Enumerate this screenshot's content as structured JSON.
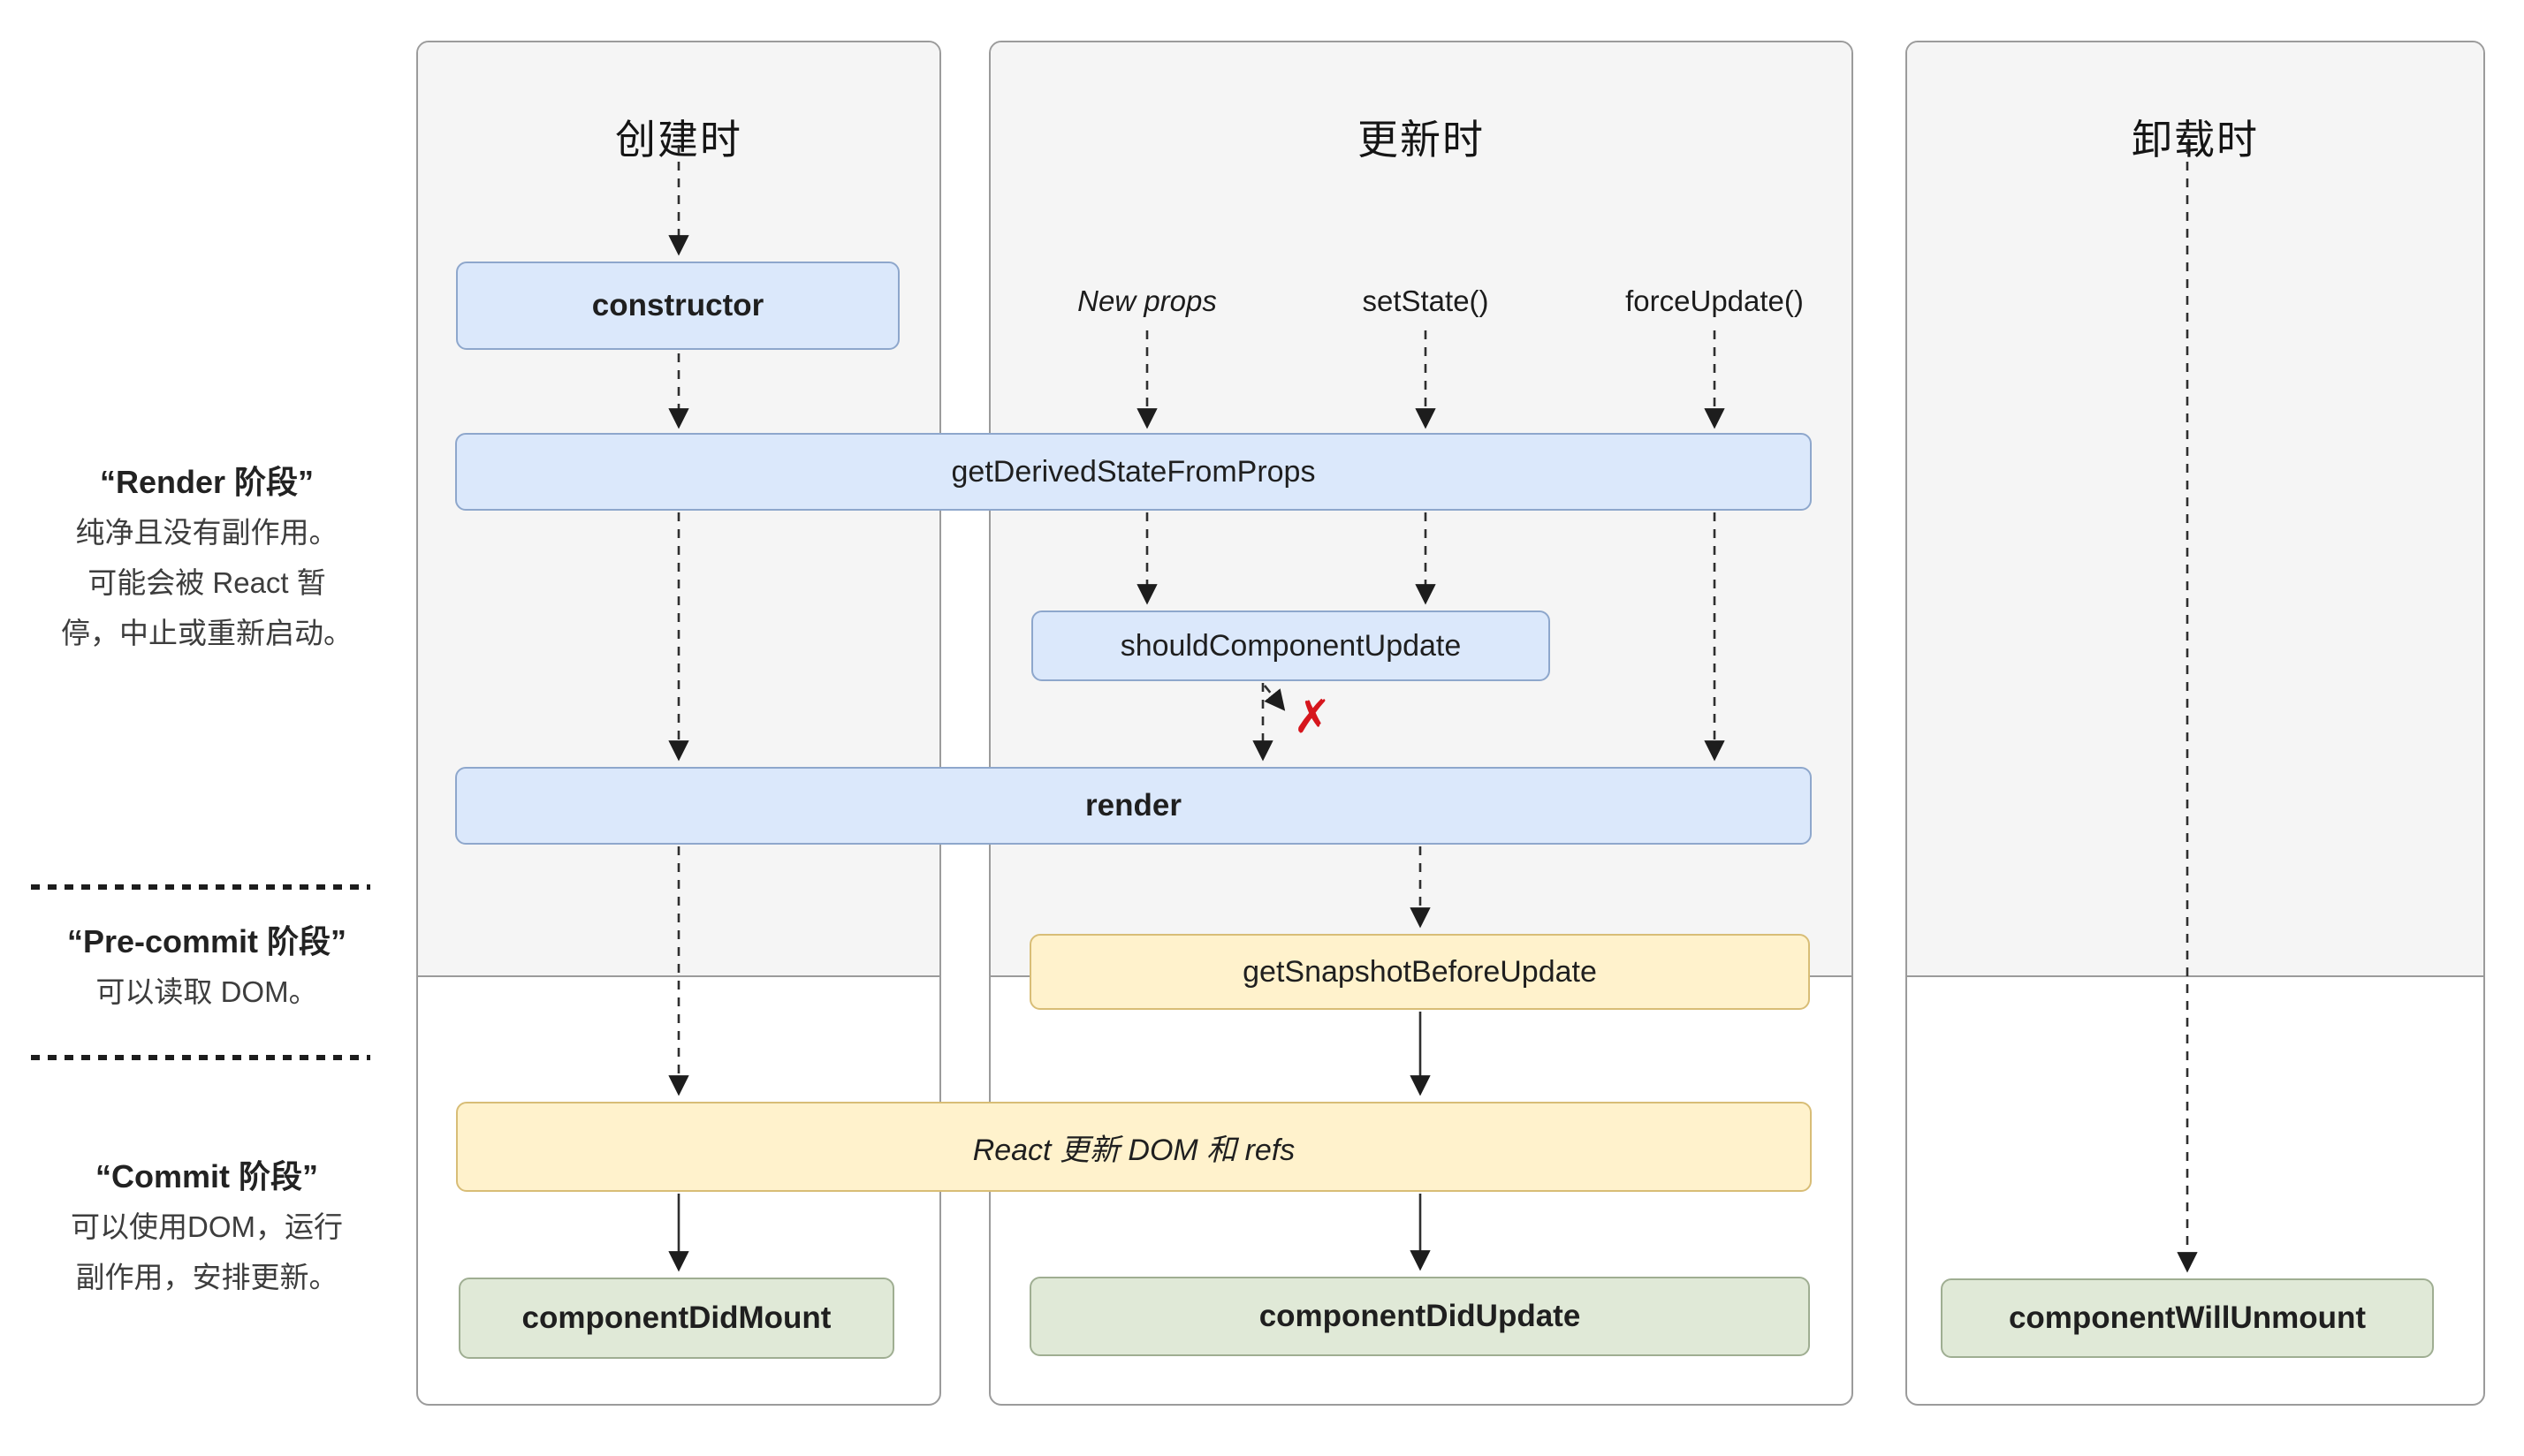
{
  "diagram": {
    "columns": {
      "mounting": {
        "title": "创建时"
      },
      "updating": {
        "title": "更新时"
      },
      "unmounting": {
        "title": "卸载时"
      }
    },
    "side_labels": {
      "render_phase": {
        "title": "“Render 阶段”",
        "lines": [
          "纯净且没有副作用。",
          "可能会被 React 暂",
          "停，中止或重新启动。"
        ]
      },
      "pre_commit_phase": {
        "title": "“Pre-commit 阶段”",
        "lines": [
          "可以读取 DOM。"
        ]
      },
      "commit_phase": {
        "title": "“Commit 阶段”",
        "lines": [
          "可以使用DOM，运行",
          "副作用，安排更新。"
        ]
      }
    },
    "triggers": {
      "new_props": "New props",
      "set_state": "setState()",
      "force_update": "forceUpdate()"
    },
    "nodes": {
      "constructor": "constructor",
      "get_derived_state_from_props": "getDerivedStateFromProps",
      "should_component_update": "shouldComponentUpdate",
      "render": "render",
      "get_snapshot_before_update": "getSnapshotBeforeUpdate",
      "react_updates_dom": "React 更新 DOM 和 refs",
      "component_did_mount": "componentDidMount",
      "component_did_update": "componentDidUpdate",
      "component_will_unmount": "componentWillUnmount"
    },
    "annotations": {
      "skip_marker": "✗"
    },
    "colors": {
      "lifecycle_box_blue": "#dbe8fb",
      "lifecycle_box_blue_border": "#8ea7cc",
      "side_effect_box_yellow": "#fff2cc",
      "side_effect_box_yellow_border": "#d8bd76",
      "commit_box_green": "#e0e9d7",
      "commit_box_green_border": "#9fae92",
      "phase_background_gray": "#f5f5f5",
      "skip_marker_red": "#d6161d"
    }
  }
}
